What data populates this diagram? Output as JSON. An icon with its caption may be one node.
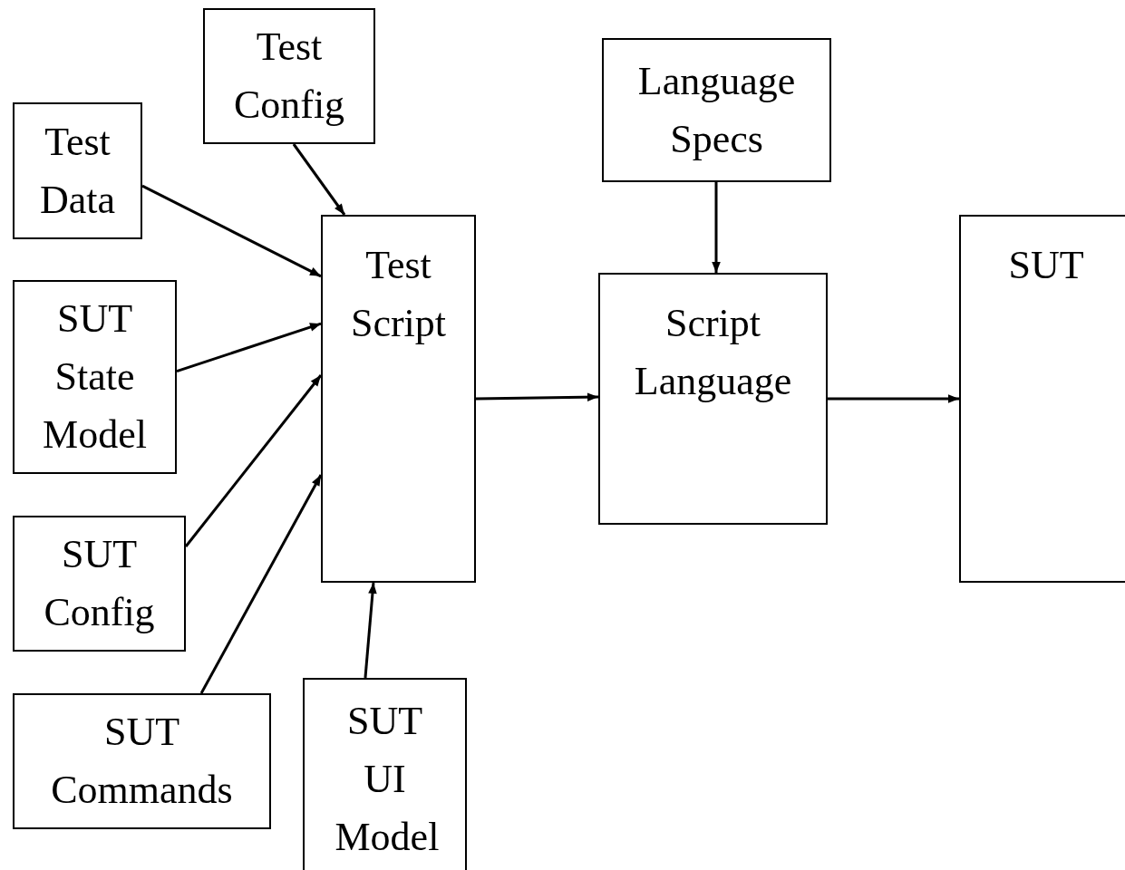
{
  "diagram": {
    "nodes": [
      {
        "text": [
          "Test Config"
        ]
      },
      {
        "text": [
          "Test Data"
        ]
      },
      {
        "text": [
          "Test Script"
        ]
      },
      {
        "text": [
          "Language Specs"
        ]
      },
      {
        "text": [
          "SUT State Model"
        ]
      },
      {
        "text": [
          "Script Language"
        ]
      },
      {
        "text": [
          "SUT"
        ]
      },
      {
        "text": [
          "SUT Config"
        ]
      },
      {
        "text": [
          "SUT Commands"
        ]
      },
      {
        "text": [
          "SUT UI Model"
        ]
      }
    ],
    "edges": [
      {
        "from": 0,
        "to": 2,
        "arrow": "to"
      },
      {
        "from": 1,
        "to": 2,
        "arrow": "to"
      },
      {
        "from": 4,
        "to": 2,
        "arrow": "to"
      },
      {
        "from": 7,
        "to": 2,
        "arrow": "to"
      },
      {
        "from": 8,
        "to": 2,
        "arrow": "to"
      },
      {
        "from": 9,
        "to": 2,
        "arrow": "to"
      },
      {
        "from": 3,
        "to": 5,
        "arrow": "to"
      },
      {
        "from": 2,
        "to": 5,
        "arrow": "to"
      },
      {
        "from": 5,
        "to": 6,
        "arrow": "to"
      }
    ]
  }
}
